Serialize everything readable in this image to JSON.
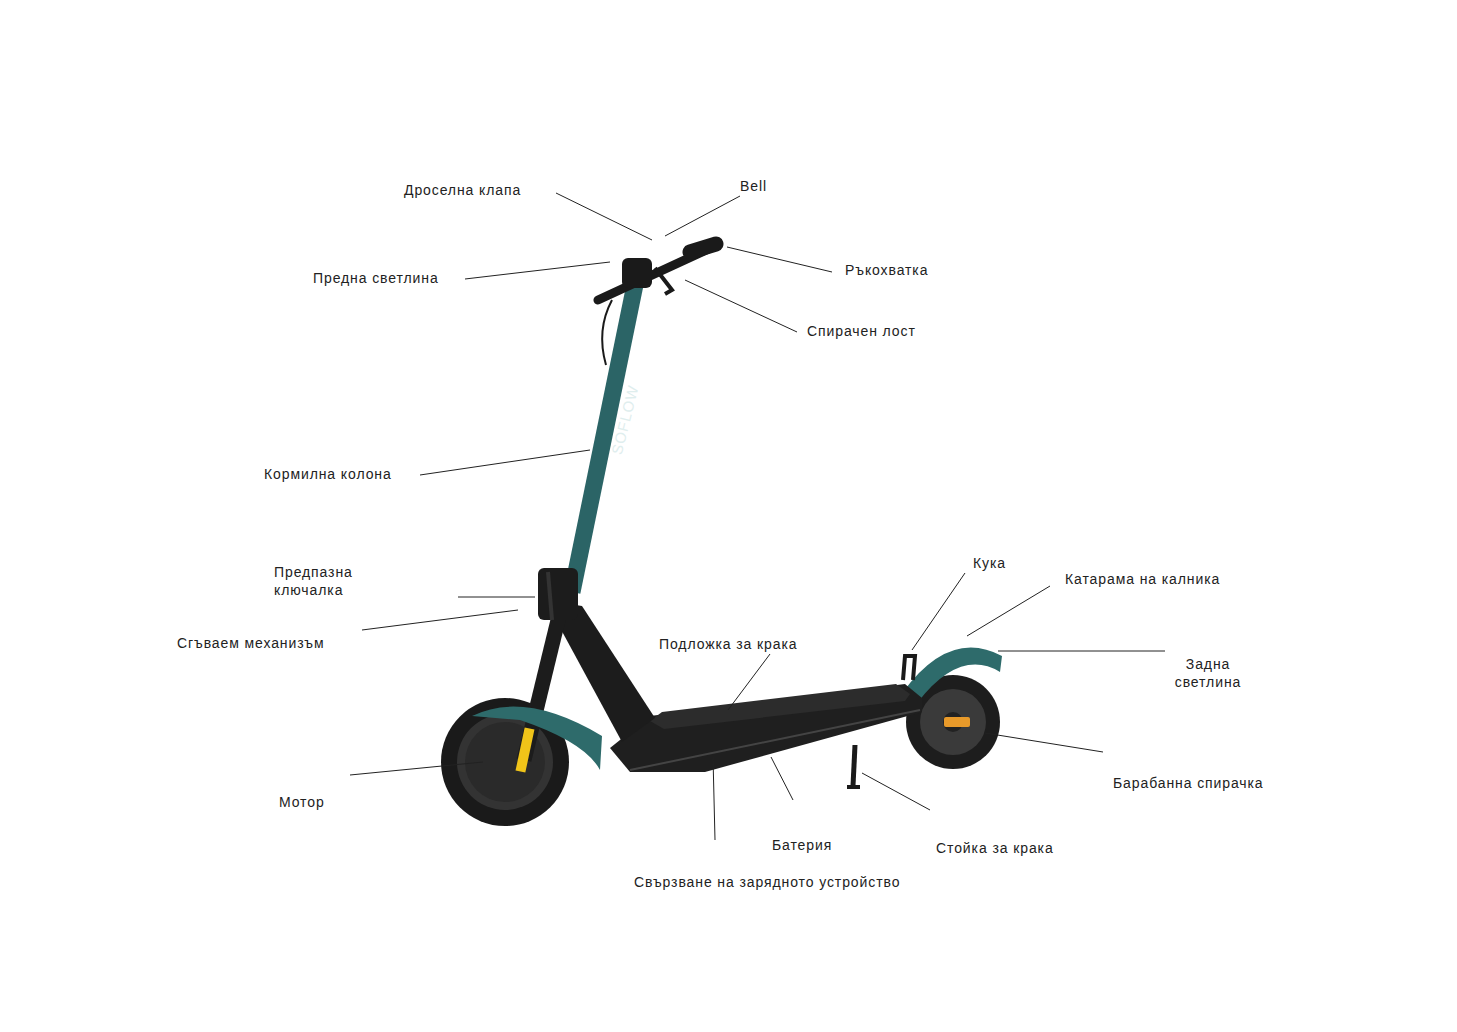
{
  "diagram": {
    "labels": [
      "Дроселна клапа",
      "Bell",
      "Ръкохватка",
      "Предна светлина",
      "Спирачен лост",
      "SOFLOW",
      "Кормилна колона",
      "Кука",
      "Катарама на калника",
      "Предпазна ключалка",
      "Сгъваем механизъм",
      "Подложка за крака",
      "Задна светлина",
      "Барабанна спирачка",
      "Мотор",
      "Батерия",
      "Стойка за крака",
      "Свързване на зарядното устройство"
    ]
  }
}
